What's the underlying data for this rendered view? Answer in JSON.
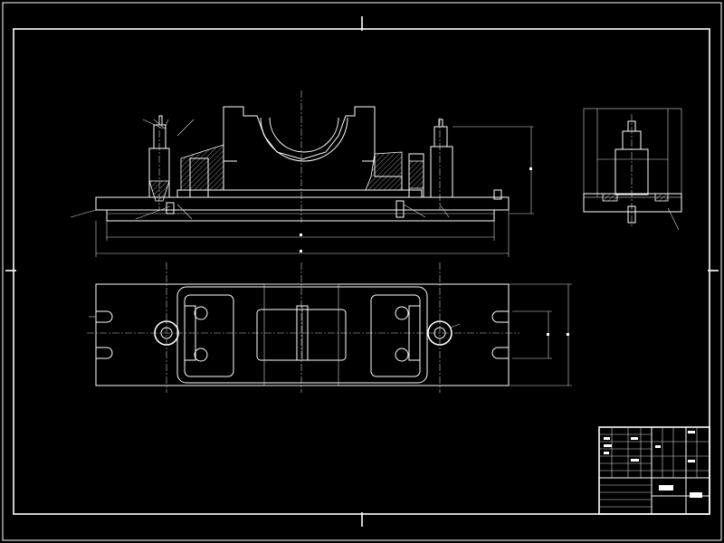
{
  "drawing": {
    "background": "#000000",
    "line_color": "#ffffff",
    "views": [
      "front-section-view",
      "side-view",
      "top-plan-view"
    ],
    "title_block": {
      "cells": [
        "",
        "",
        "",
        ""
      ]
    }
  }
}
